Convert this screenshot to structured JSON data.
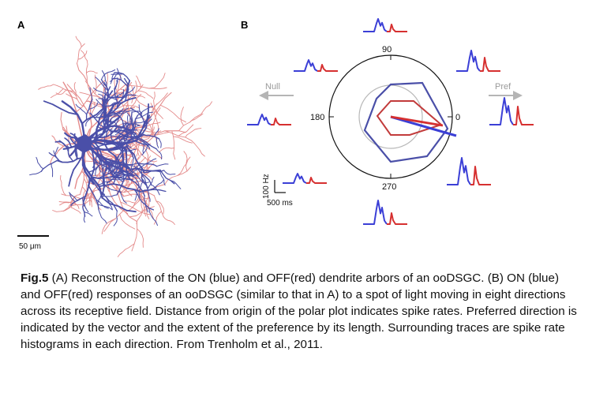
{
  "panel_a": {
    "label": "A",
    "scale_bar_label": "50 μm"
  },
  "panel_b": {
    "label": "B",
    "polar_ticks": {
      "top": "90",
      "right": "0",
      "left": "180",
      "bottom": "270"
    },
    "null_label": "Null",
    "pref_label": "Pref",
    "scale_y_label": "100 Hz",
    "scale_x_label": "500 ms"
  },
  "caption": {
    "fig_label": "Fig.5",
    "text": " (A) Reconstruction of the ON (blue) and OFF(red) dendrite arbors of an ooDSGC. (B) ON (blue) and OFF(red) responses of an ooDSGC (similar to that in A) to a spot of light moving in eight directions across its receptive field. Distance from origin of the polar plot indicates spike rates. Preferred direction is indicated by the vector and the extent of the preference by its length. Surrounding traces are spike rate histograms in each direction. From Trenholm et al., 2011."
  },
  "colors": {
    "on": "#3b3fd6",
    "off": "#d63030",
    "on_arbor": "#4a4fa8",
    "off_arbor": "#e48a8a",
    "arrow": "#b5b5b5"
  }
}
